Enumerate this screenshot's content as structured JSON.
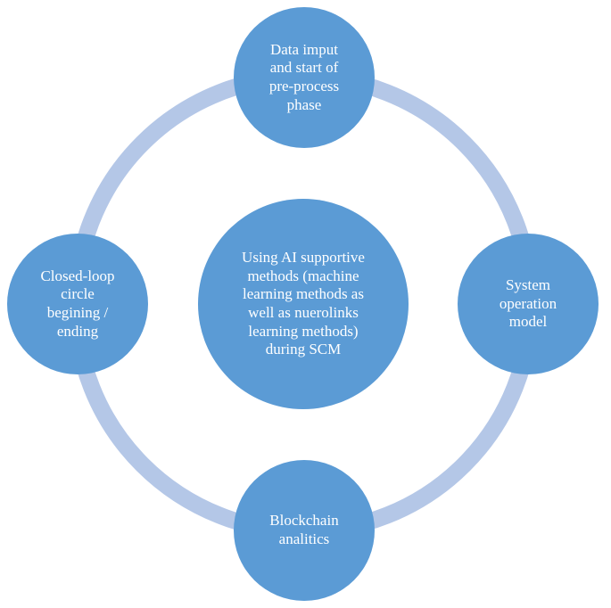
{
  "colors": {
    "node_fill": "#5b9bd5",
    "ring": "#b4c7e7",
    "text": "#ffffff"
  },
  "diagram": {
    "center": "Using AI supportive\nmethods (machine\nlearning methods as\nwell as nuerolinks\nlearning methods)\nduring SCM",
    "nodes": {
      "top": "Data imput\nand start of\npre-process\nphase",
      "right": "System\noperation\nmodel",
      "bottom": "Blockchain\nanalitics",
      "left": "Closed-loop\ncircle\nbegining /\nending"
    }
  }
}
